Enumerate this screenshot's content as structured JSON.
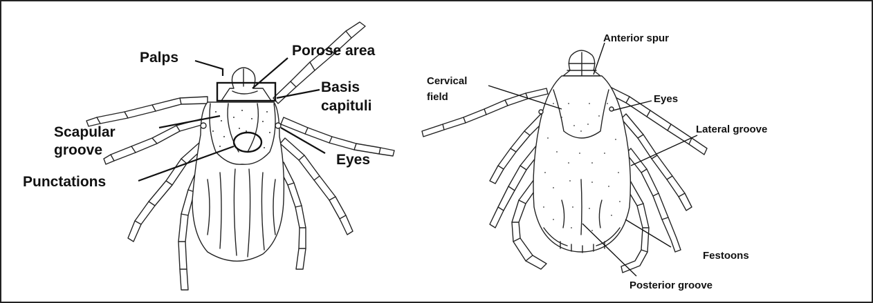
{
  "figure": {
    "left_panel": {
      "labels": {
        "palps": "Palps",
        "porose_area": "Porose area",
        "basis_capituli_1": "Basis",
        "basis_capituli_2": "capituli",
        "scapular_groove_1": "Scapular",
        "scapular_groove_2": "groove",
        "punctations": "Punctations",
        "eyes": "Eyes"
      }
    },
    "right_panel": {
      "labels": {
        "anterior_spur": "Anterior spur",
        "cervical_field_1": "Cervical",
        "cervical_field_2": "field",
        "eyes": "Eyes",
        "lateral_groove": "Lateral groove",
        "festoons": "Festoons",
        "posterior_groove": "Posterior groove"
      }
    },
    "colors": {
      "ink": "#222222",
      "background": "#ffffff",
      "border": "#222222"
    }
  }
}
